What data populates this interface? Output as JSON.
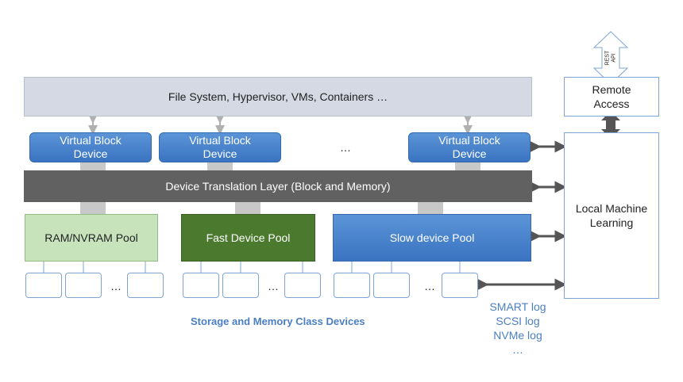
{
  "top": {
    "label": "File System, Hypervisor,  VMs, Containers …"
  },
  "virtual_block_devices": [
    {
      "line1": "Virtual Block",
      "line2": "Device"
    },
    {
      "line1": "Virtual Block",
      "line2": "Device"
    },
    {
      "line1": "Virtual Block",
      "line2": "Device"
    }
  ],
  "vbd_ellipsis": "…",
  "translation_layer": {
    "label": "Device Translation Layer (Block and Memory)"
  },
  "pools": {
    "ram": "RAM/NVRAM  Pool",
    "fast": "Fast Device  Pool",
    "slow": "Slow device  Pool"
  },
  "device_ellipsis": "…",
  "caption": "Storage and Memory Class Devices",
  "logs": [
    "SMART log",
    "SCSI log",
    "NVMe log",
    "…"
  ],
  "local_ml": {
    "line1": "Local Machine",
    "line2": "Learning"
  },
  "remote_access": {
    "line1": "Remote",
    "line2": "Access"
  },
  "api": {
    "line1": "REST",
    "line2": "API"
  },
  "colors": {
    "vbd_blue": "#3a74c2",
    "fast_green": "#4b7a2f",
    "ram_green": "#c7e3bc",
    "dtl_gray": "#616161",
    "caption_blue": "#4a7fc3"
  }
}
